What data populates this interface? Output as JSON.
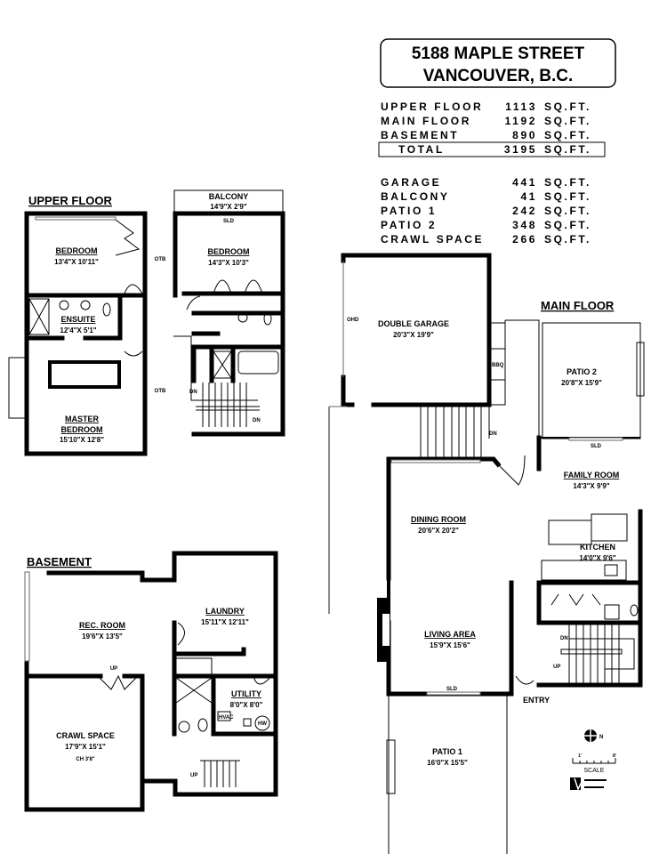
{
  "title": {
    "line1": "5188 MAPLE STREET",
    "line2": "VANCOUVER, B.C."
  },
  "areas": {
    "unit": "SQ.FT.",
    "finished": [
      {
        "label": "UPPER FLOOR",
        "value": "1113"
      },
      {
        "label": "MAIN FLOOR",
        "value": "1192"
      },
      {
        "label": "BASEMENT",
        "value": "890"
      }
    ],
    "total": {
      "label": "TOTAL",
      "value": "3195"
    },
    "other": [
      {
        "label": "GARAGE",
        "value": "441"
      },
      {
        "label": "BALCONY",
        "value": "41"
      },
      {
        "label": "PATIO 1",
        "value": "242"
      },
      {
        "label": "PATIO 2",
        "value": "348"
      },
      {
        "label": "CRAWL SPACE",
        "value": "266"
      }
    ]
  },
  "upper_floor": {
    "heading": "UPPER FLOOR",
    "rooms": {
      "balcony": {
        "name": "BALCONY",
        "dim": "14'9\"X 2'9\""
      },
      "bedroom1": {
        "name": "BEDROOM",
        "dim": "13'4\"X 10'11\""
      },
      "bedroom2": {
        "name": "BEDROOM",
        "dim": "14'3\"X 10'3\""
      },
      "ensuite": {
        "name": "ENSUITE",
        "dim": "12'4\"X 5'1\""
      },
      "master": {
        "name": "MASTER",
        "name2": "BEDROOM",
        "dim": "15'10\"X 12'8\""
      }
    },
    "labels": {
      "sld": "SLD",
      "otb1": "OTB",
      "otb2": "OTB",
      "dn1": "DN",
      "dn2": "DN"
    }
  },
  "basement": {
    "heading": "BASEMENT",
    "rooms": {
      "rec": {
        "name": "REC. ROOM",
        "dim": "19'6\"X 13'5\""
      },
      "laundry": {
        "name": "LAUNDRY",
        "dim": "15'11\"X 12'11\""
      },
      "utility": {
        "name": "UTILITY",
        "dim": "8'0\"X 8'0\""
      },
      "crawl": {
        "name": "CRAWL SPACE",
        "dim": "17'9\"X 15'1\"",
        "note": "CH 3'8\""
      }
    },
    "labels": {
      "up1": "UP",
      "up2": "UP",
      "hvac": "HVAC",
      "hw": "HW"
    }
  },
  "main_floor": {
    "heading": "MAIN FLOOR",
    "rooms": {
      "garage": {
        "name": "DOUBLE GARAGE",
        "dim": "20'3\"X 19'9\""
      },
      "patio2": {
        "name": "PATIO 2",
        "dim": "20'8\"X 15'9\""
      },
      "family": {
        "name": "FAMILY ROOM",
        "dim": "14'3\"X 9'9\""
      },
      "dining": {
        "name": "DINING ROOM",
        "dim": "20'6\"X 20'2\""
      },
      "kitchen": {
        "name": "KITCHEN",
        "dim": "14'0\"X 9'6\""
      },
      "living": {
        "name": "LIVING AREA",
        "dim": "15'9\"X 15'6\""
      },
      "patio1": {
        "name": "PATIO 1",
        "dim": "16'0\"X 15'5\""
      }
    },
    "labels": {
      "ohd": "OHD",
      "bbq": "BBQ",
      "dn": "DN",
      "sld1": "SLD",
      "sld2": "SLD",
      "dn2": "DN",
      "up": "UP",
      "entry": "ENTRY"
    }
  },
  "legend": {
    "scale_label": "SCALE",
    "scale_min": "1'",
    "scale_max": "8'",
    "north": "N"
  }
}
